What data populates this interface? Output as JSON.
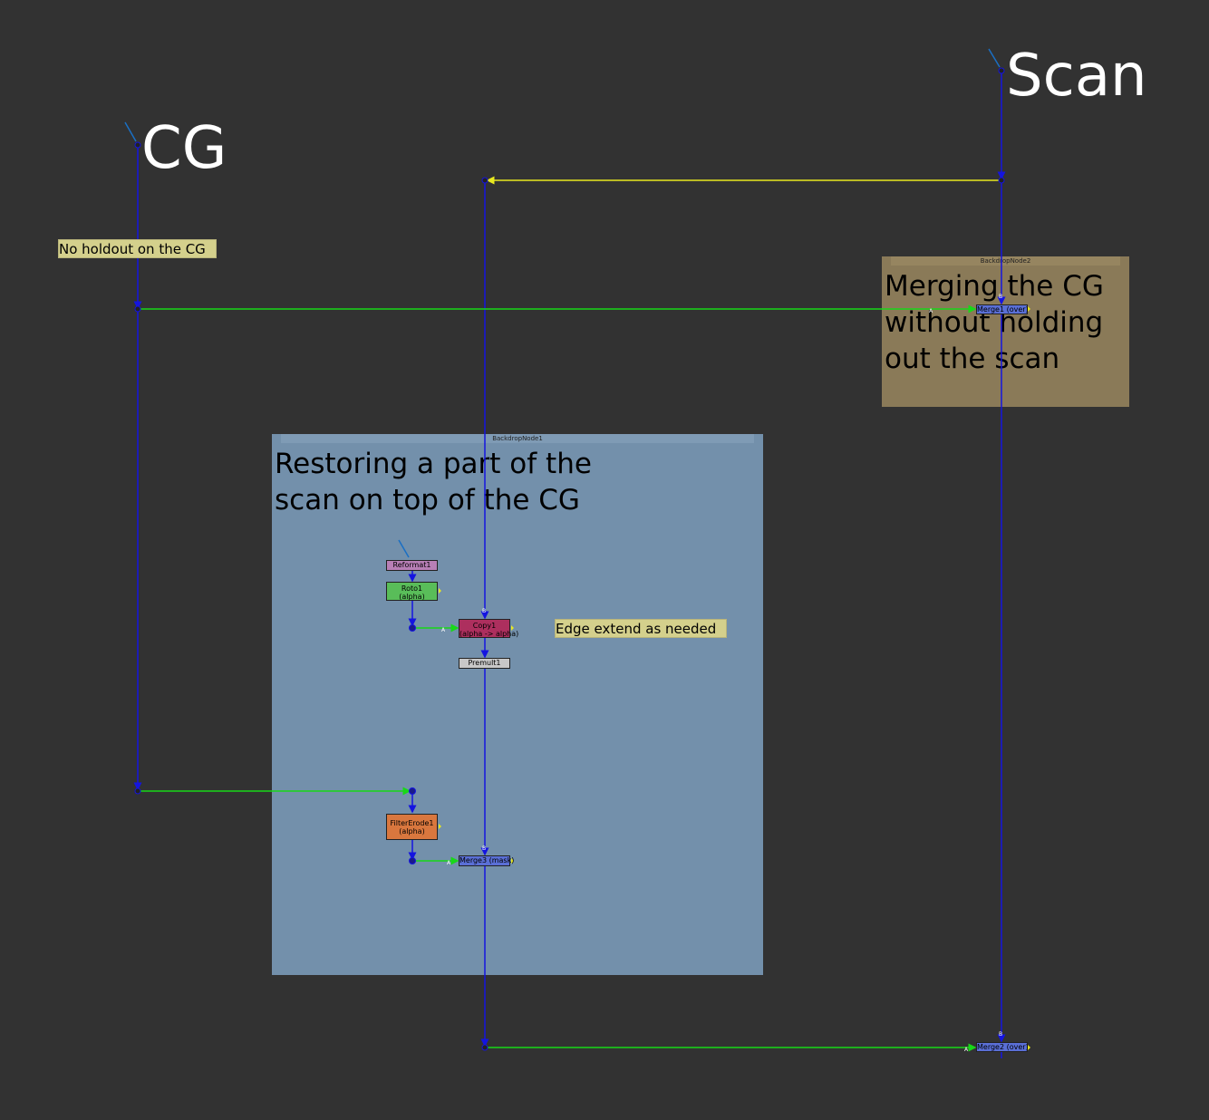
{
  "labels": {
    "cg": "CG",
    "scan": "Scan"
  },
  "backdrops": {
    "restore": {
      "title": "BackdropNode1",
      "text_line1": "Restoring a part of the",
      "text_line2": "scan on top of the CG",
      "color": "#7390ab"
    },
    "merge": {
      "title": "BackdropNode2",
      "text_line1": "Merging the CG",
      "text_line2": "without holding",
      "text_line3": "out the scan",
      "color": "#8a7a58"
    }
  },
  "stickies": {
    "holdout": "No holdout on the CG",
    "edge": "Edge extend as needed"
  },
  "nodes": {
    "reformat": {
      "label": "Reformat1"
    },
    "roto": {
      "label": "Roto1",
      "sub": "(alpha)"
    },
    "copy": {
      "label": "Copy1",
      "sub": "(alpha -> alpha)"
    },
    "premult": {
      "label": "Premult1"
    },
    "erode": {
      "label": "FilterErode1",
      "sub": "(alpha)"
    },
    "merge3": {
      "label": "Merge3 (mask)"
    },
    "merge1": {
      "label": "Merge1 (over)"
    },
    "merge2": {
      "label": "Merge2 (over)"
    }
  },
  "input_letters": {
    "a": "A",
    "b": "B"
  },
  "colors": {
    "background": "#323232",
    "pipe_b": "#1414e0",
    "pipe_a": "#18d818",
    "pipe_expression": "#e8e820",
    "mask_pipe": "#e8e820"
  }
}
